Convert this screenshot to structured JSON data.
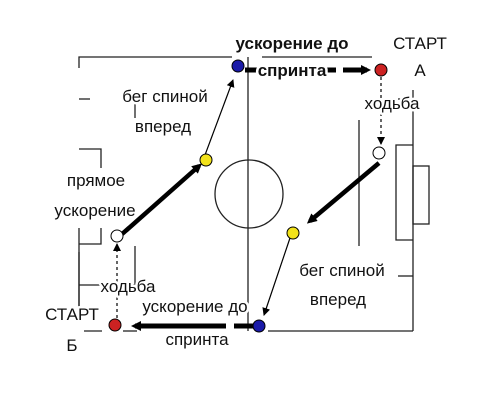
{
  "labels": {
    "start_a": "СТАРТ",
    "start_a_letter": "А",
    "start_b": "СТАРТ",
    "start_b_letter": "Б",
    "top_sprint_line1": "ускорение до",
    "top_sprint_line2": "спринта",
    "bottom_sprint_line1": "ускорение до",
    "bottom_sprint_line2": "спринта",
    "walk_top": "ходьба",
    "walk_bottom": "ходьба",
    "back_run_top_line1": "бег спиной",
    "back_run_top_line2": "вперед",
    "back_run_bottom_line1": "бег спиной",
    "back_run_bottom_line2": "вперед",
    "straight_accel_line1": "прямое",
    "straight_accel_line2": "ускорение"
  },
  "colors": {
    "field_lines": "#222222",
    "marker_red": "#cc2222",
    "marker_blue": "#1a1aa8",
    "marker_yellow": "#f2e21a",
    "marker_white": "#ffffff",
    "arrow": "#000000"
  }
}
